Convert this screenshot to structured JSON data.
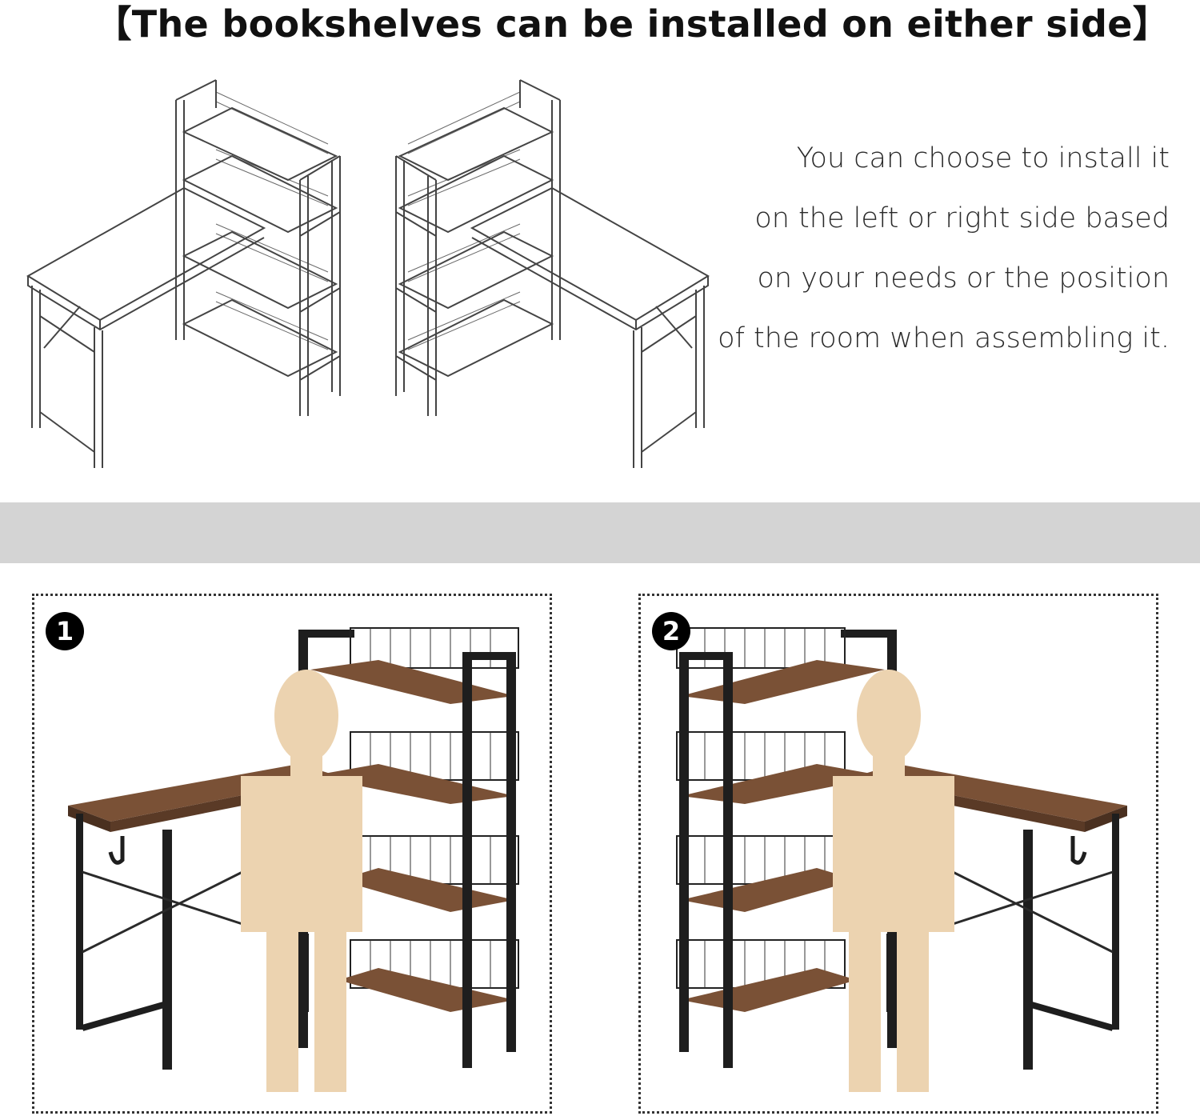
{
  "headline": "【The bookshelves can be installed on either side】",
  "description": {
    "lines": [
      "You can choose to install it",
      "on the left or right side based",
      "on your needs or the position",
      "of the room when assembling it."
    ]
  },
  "options": [
    {
      "badge": "1",
      "bookshelf_side": "right"
    },
    {
      "badge": "2",
      "bookshelf_side": "left"
    }
  ],
  "colors": {
    "wood": "#7a5136",
    "frame": "#1e1e1e",
    "figure": "#ecd3b0",
    "band": "#d4d4d4",
    "line_art": "#444444"
  }
}
